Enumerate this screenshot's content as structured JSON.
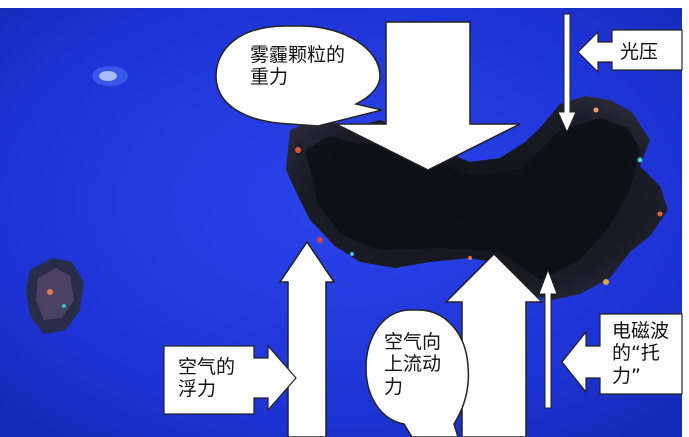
{
  "labels": {
    "gravity": [
      "雾霾颗粒的",
      "重力"
    ],
    "light_pressure": "光压",
    "buoyancy": [
      "空气的",
      "浮力"
    ],
    "updraft": [
      "空气向",
      "上流动",
      "力"
    ],
    "magnetic": [
      "电磁波",
      "的“托",
      "力”"
    ]
  },
  "colors": {
    "background_blue": "#1f34d8",
    "particle": "#15161c",
    "arrow_fill": "#ffffff",
    "arrow_stroke": "#222222"
  }
}
